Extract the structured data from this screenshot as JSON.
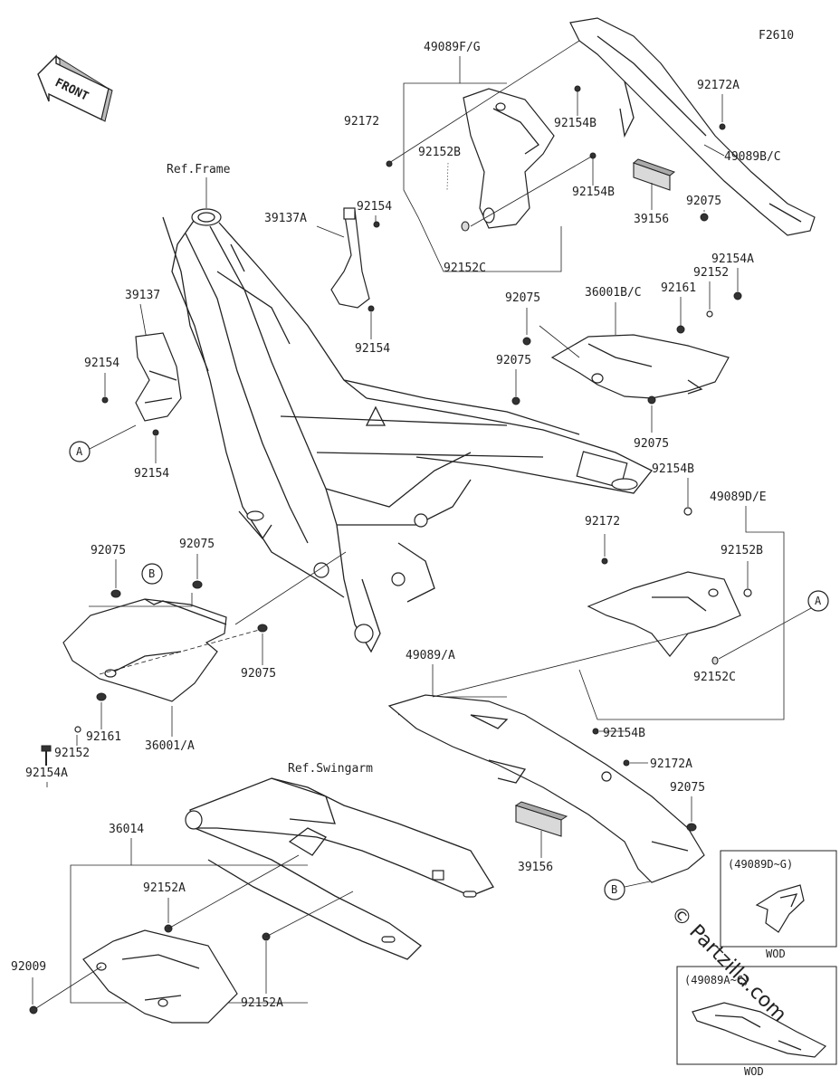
{
  "figure_code": "F2610",
  "front_label": "FRONT",
  "references": {
    "frame": "Ref.Frame",
    "swingarm": "Ref.Swingarm"
  },
  "callout_markers": {
    "a": "A",
    "b": "B"
  },
  "inset_boxes": {
    "top": {
      "caption": "(49089D~G)",
      "footer": "WOD"
    },
    "bottom": {
      "caption": "(49089A~C)",
      "footer": "WOD"
    }
  },
  "watermark": "© Partzilla.com",
  "parts": {
    "p49089fg": "49089F/G",
    "p92172_top": "92172",
    "p92152b_top": "92152B",
    "p92154b_top1": "92154B",
    "p92154b_top2": "92154B",
    "p92152c_top": "92152C",
    "p92172a_top": "92172A",
    "p49089bc": "49089B/C",
    "p39156_top": "39156",
    "p92075_top": "92075",
    "p92154a_top": "92154A",
    "p92154_top": "92154",
    "p39137a": "39137A",
    "p92154_mid": "92154",
    "p39137": "39137",
    "p92154_left": "92154",
    "p92154_lower": "92154",
    "p92152_top": "92152",
    "p92161_top": "92161",
    "p36001bc": "36001B/C",
    "p92075_a": "92075",
    "p92075_b": "92075",
    "p92075_c": "92075",
    "p92154b_mid": "92154B",
    "p49089de": "49089D/E",
    "p92172_mid": "92172",
    "p92152b_mid": "92152B",
    "p92075_l1": "92075",
    "p92075_l2": "92075",
    "p92075_l3": "92075",
    "p92161_l": "92161",
    "p92152_l": "92152",
    "p92154a_l": "92154A",
    "p36001a": "36001/A",
    "p49089a": "49089/A",
    "p92152c_mid": "92152C",
    "p92154b_low": "92154B",
    "p92172a_low": "92172A",
    "p92075_low": "92075",
    "p39156_low": "39156",
    "p36014": "36014",
    "p92152a_1": "92152A",
    "p92152a_2": "92152A",
    "p92009": "92009"
  }
}
